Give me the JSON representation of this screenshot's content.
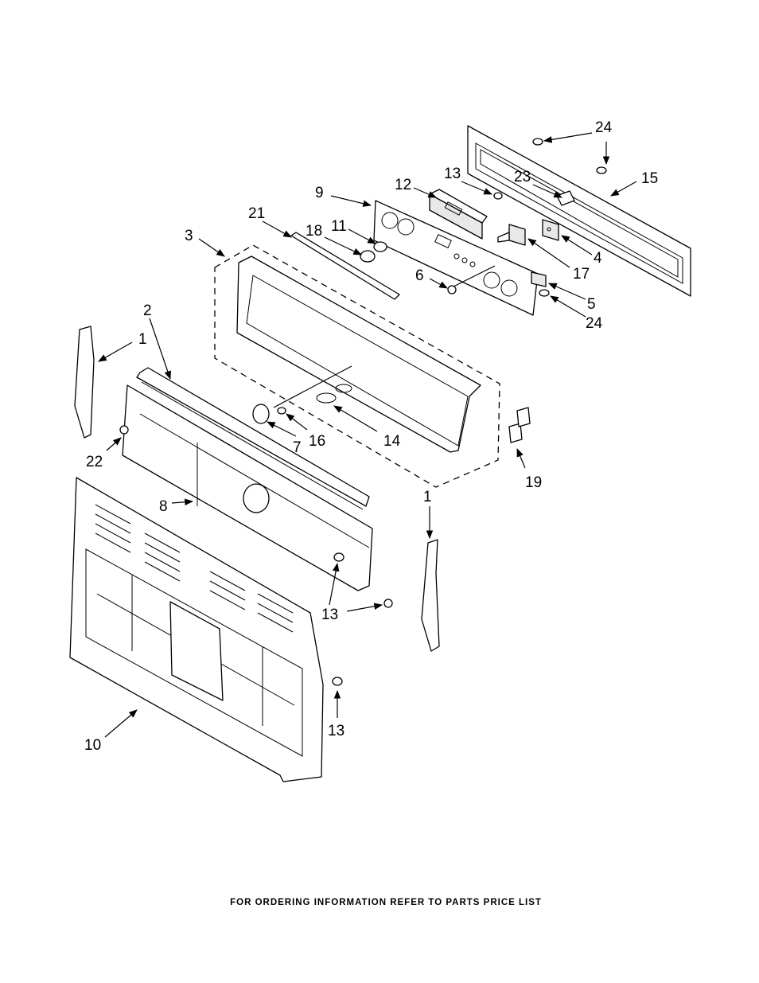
{
  "footer_text": "FOR ORDERING INFORMATION REFER TO PARTS PRICE LIST",
  "callouts": {
    "c1_upper": "1",
    "c1_lower": "1",
    "c2": "2",
    "c3": "3",
    "c4": "4",
    "c5": "5",
    "c6": "6",
    "c7": "7",
    "c8": "8",
    "c9": "9",
    "c10": "10",
    "c11": "11",
    "c12": "12",
    "c13_top": "13",
    "c13_mid": "13",
    "c13_bottom": "13",
    "c14": "14",
    "c15": "15",
    "c16": "16",
    "c17": "17",
    "c18": "18",
    "c19": "19",
    "c21": "21",
    "c22": "22",
    "c23": "23",
    "c24_top": "24",
    "c24_right": "24"
  }
}
